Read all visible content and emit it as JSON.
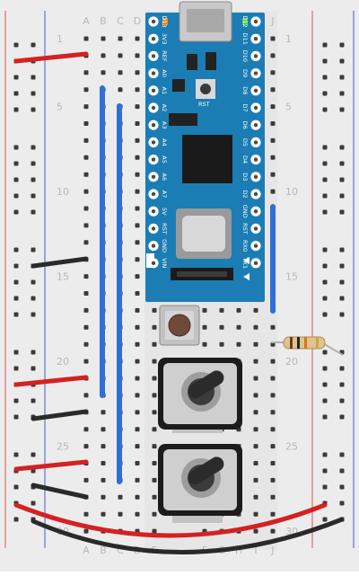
{
  "breadboard": {
    "row_numbers": [
      "1",
      "5",
      "10",
      "15",
      "20",
      "25",
      "30"
    ],
    "column_letters_top": [
      "A",
      "B",
      "C",
      "D",
      "J"
    ],
    "column_letters_bottom": [
      "A",
      "B",
      "C",
      "D",
      "E",
      "F",
      "G",
      "H",
      "I",
      "J"
    ],
    "colors": {
      "board": "#ededed",
      "hole": "#3a3a3a",
      "rail_red": "#d9534f",
      "rail_blue": "#3d60d1"
    }
  },
  "arduino": {
    "left_pins": [
      "D13",
      "3V3",
      "REF",
      "A0",
      "A1",
      "A2",
      "A3",
      "A4",
      "A5",
      "A6",
      "A7",
      "5V",
      "RST",
      "GND",
      "VIN"
    ],
    "right_pins": [
      "D12",
      "D11",
      "D10",
      "D9",
      "D8",
      "D7",
      "D6",
      "D5",
      "D4",
      "D3",
      "D2",
      "GND",
      "RST",
      "RX0",
      "TX1"
    ],
    "rst_label": "RST",
    "board_color": "#1b7db4"
  },
  "components": {
    "pushbutton": "pushbutton",
    "potentiometers": 2,
    "resistor": "resistor"
  },
  "wire_colors": {
    "red": "#d42121",
    "black": "#2a2a2a",
    "blue": "#2f6fd6"
  }
}
